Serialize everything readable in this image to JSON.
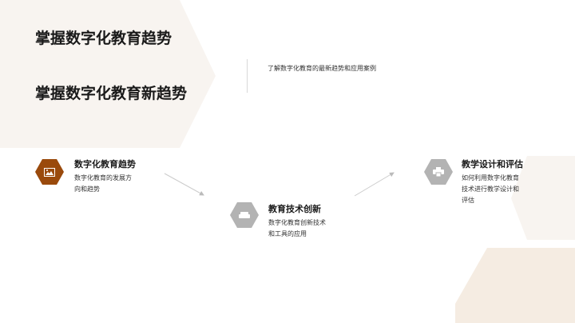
{
  "title": "掌握数字化教育趋势",
  "subtitle": "掌握数字化教育新趋势",
  "description": "了解数字化教育的最新趋势和应用案例",
  "colors": {
    "accent": "#9a4a0c",
    "inactive": "#b3b3b3",
    "background_shape": "#f7f3ef"
  },
  "items": [
    {
      "title": "数字化教育趋势",
      "desc_lines": [
        "数字化教育的发展方",
        "向和趋势"
      ],
      "icon": "image-icon",
      "active": true
    },
    {
      "title": "教育技术创新",
      "desc_lines": [
        "数字化教育创新技术",
        "和工具的应用"
      ],
      "icon": "sofa-icon",
      "active": false
    },
    {
      "title": "教学设计和评估",
      "desc_lines": [
        "如何利用数字化教育",
        "技术进行教学设计和",
        "评估"
      ],
      "icon": "printer-icon",
      "active": false
    }
  ]
}
